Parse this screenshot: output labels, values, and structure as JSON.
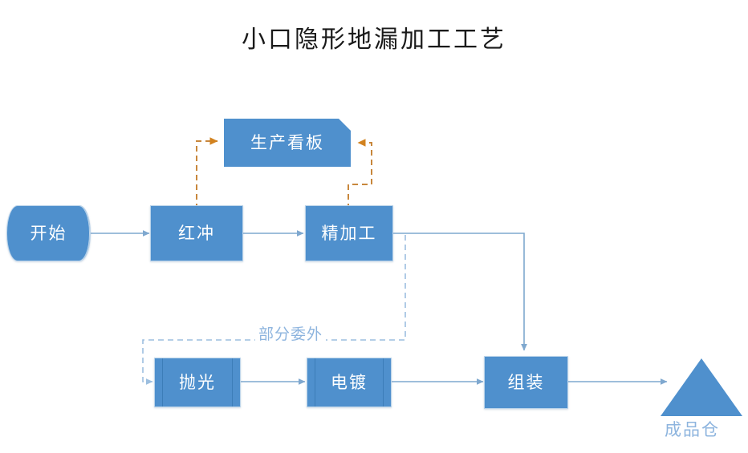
{
  "diagram": {
    "title": "小口隐形地漏加工工艺",
    "type": "process-flowchart",
    "background_color": "#FFFFFF",
    "colors": {
      "node_fill": "#4F90CD",
      "node_border": "#BBD4EA",
      "node_text": "#FFFFFF",
      "connector_solid": "#7FA8CF",
      "connector_dashed_blue": "#9CBEDF",
      "connector_dashed_orange": "#C8873C",
      "title_text": "#1A1A1A",
      "outside_label_text": "#8DB4DE"
    },
    "nodes": [
      {
        "id": "start",
        "label": "开始",
        "shape": "cylinder"
      },
      {
        "id": "hongchong",
        "label": "红冲",
        "shape": "process"
      },
      {
        "id": "kanban",
        "label": "生产看板",
        "shape": "card-clipped-corner"
      },
      {
        "id": "jingjiagong",
        "label": "精加工",
        "shape": "process"
      },
      {
        "id": "paoguang",
        "label": "抛光",
        "shape": "predefined-process"
      },
      {
        "id": "diandu",
        "label": "电镀",
        "shape": "predefined-process"
      },
      {
        "id": "zuzhuang",
        "label": "组装",
        "shape": "process"
      },
      {
        "id": "chengpincang",
        "label": "成品仓",
        "shape": "triangle"
      }
    ],
    "edges": [
      {
        "from": "start",
        "to": "hongchong",
        "style": "solid",
        "color": "#7FA8CF",
        "label": ""
      },
      {
        "from": "hongchong",
        "to": "jingjiagong",
        "style": "solid",
        "color": "#7FA8CF",
        "label": ""
      },
      {
        "from": "hongchong",
        "to": "kanban",
        "style": "dashed",
        "color": "#C8873C",
        "label": ""
      },
      {
        "from": "jingjiagong",
        "to": "kanban",
        "style": "dashed",
        "color": "#C8873C",
        "label": ""
      },
      {
        "from": "jingjiagong",
        "to": "zuzhuang",
        "style": "solid",
        "color": "#7FA8CF",
        "label": ""
      },
      {
        "from": "jingjiagong",
        "to": "paoguang",
        "style": "dashed",
        "color": "#9CBEDF",
        "label": "部分委外"
      },
      {
        "from": "paoguang",
        "to": "diandu",
        "style": "solid",
        "color": "#7FA8CF",
        "label": ""
      },
      {
        "from": "diandu",
        "to": "zuzhuang",
        "style": "solid",
        "color": "#7FA8CF",
        "label": ""
      },
      {
        "from": "zuzhuang",
        "to": "chengpincang",
        "style": "solid",
        "color": "#7FA8CF",
        "label": ""
      }
    ],
    "edge_labels": {
      "outsourcing": "部分委外"
    },
    "free_labels": {
      "finished_goods": "成品仓"
    }
  }
}
